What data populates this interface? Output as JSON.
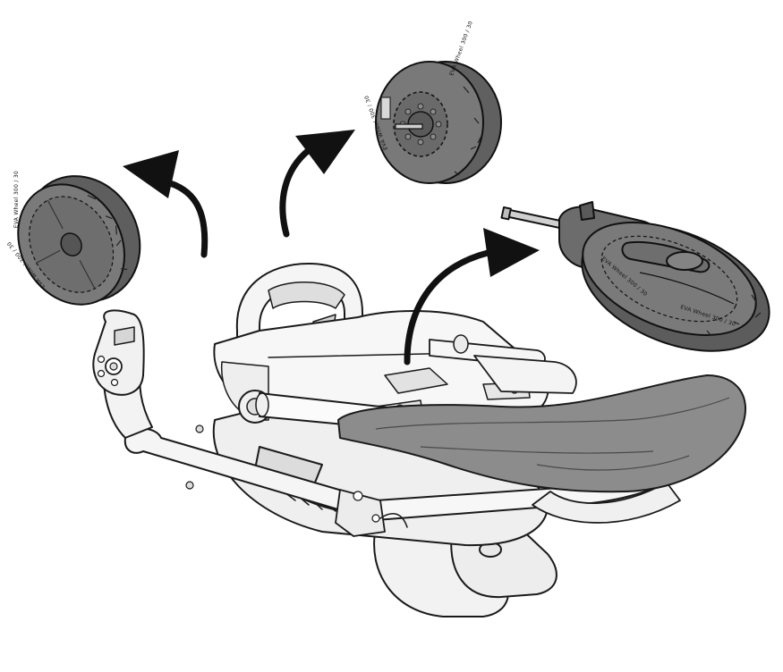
{
  "colors": {
    "wheel": "#6e6e6e",
    "wheel_dark": "#3c3c3c",
    "frame": "#f4f4f4",
    "frame_shade": "#d9d9d9",
    "outline": "#1a1a1a",
    "arrow": "#111111"
  },
  "wheels": {
    "left": {
      "tread_text": "EVA Wheel 300 / 30"
    },
    "middle": {
      "tread_text": "EVA Wheel 300 / 30",
      "hub_label": ""
    },
    "right": {
      "tread_text": "EVA Wheel 300 / 30"
    }
  },
  "frame": {
    "brand_label": ""
  },
  "icons": [
    "arrow-curved-icon",
    "wheel-icon",
    "caster-wheel-icon",
    "stroller-frame-icon"
  ]
}
